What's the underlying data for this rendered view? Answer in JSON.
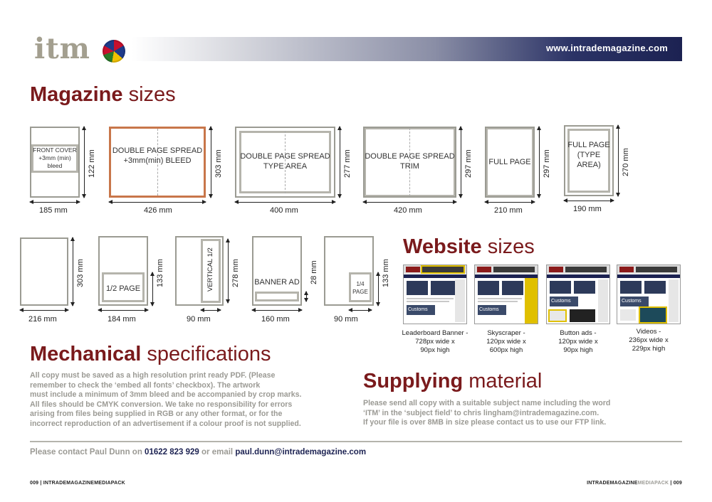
{
  "header": {
    "logo_text": "itm",
    "url": "www.intrademagazine.com"
  },
  "magazine": {
    "heading_bold": "Magazine",
    "heading_light": "sizes",
    "items": [
      {
        "label_lines": [
          "FRONT COVER",
          "+3mm (min)",
          "bleed"
        ],
        "width": "185 mm",
        "height": "122 mm"
      },
      {
        "label_lines": [
          "DOUBLE PAGE SPREAD",
          "+3mm(min) BLEED"
        ],
        "width": "426 mm",
        "height": "303 mm"
      },
      {
        "label_lines": [
          "DOUBLE PAGE SPREAD",
          "TYPE AREA"
        ],
        "width": "400 mm",
        "height": "277 mm"
      },
      {
        "label_lines": [
          "DOUBLE PAGE SPREAD",
          "TRIM"
        ],
        "width": "420 mm",
        "height": "297 mm"
      },
      {
        "label_lines": [
          "FULL PAGE"
        ],
        "width": "210 mm",
        "height": "297 mm"
      },
      {
        "label_lines": [
          "FULL PAGE",
          "(TYPE",
          "AREA)"
        ],
        "width": "190 mm",
        "height": "270 mm"
      }
    ],
    "row2": [
      {
        "label": "",
        "width": "216 mm",
        "height": "303 mm"
      },
      {
        "label": "1/2 PAGE",
        "width": "184 mm",
        "height": "133 mm"
      },
      {
        "label": "VERTICAL 1/2",
        "width": "90 mm",
        "height": "278 mm"
      },
      {
        "label": "BANNER AD",
        "width": "160 mm",
        "height": "28 mm"
      },
      {
        "label_lines": [
          "1/4",
          "PAGE"
        ],
        "width": "90 mm",
        "height": "133 mm"
      }
    ]
  },
  "website": {
    "heading_bold": "Website",
    "heading_light": "sizes",
    "items": [
      {
        "caption_lines": [
          "Leaderboard Banner -",
          "728px wide x",
          "90px high"
        ]
      },
      {
        "caption_lines": [
          "Skyscraper -",
          "120px wide x",
          "600px high"
        ]
      },
      {
        "caption_lines": [
          "Button ads -",
          "120px wide x",
          "90px high"
        ]
      },
      {
        "caption_lines": [
          "Videos -",
          "236px wide x",
          "229px high"
        ]
      }
    ],
    "thumb_text": "Customs"
  },
  "mechanical": {
    "heading_bold": "Mechanical",
    "heading_light": "specifications",
    "lines": [
      "All copy must be saved as a high resolution print ready PDF. (Please",
      "remember to check the ‘embed all fonts’ checkbox). The artwork",
      "must include a minimum of 3mm bleed and be accompanied by crop marks.",
      "All files should be CMYK conversion. We take no responsibility for errors",
      "arising from files being supplied in RGB or any other format, or for the",
      "incorrect reproduction of an advertisement if a colour proof is not supplied."
    ]
  },
  "supplying": {
    "heading_bold": "Supplying",
    "heading_light": "material",
    "lines": [
      "Please send all copy with a suitable subject name including the word",
      "‘ITM’ in the ‘subject field’ to chris lingham@intrademagazine.com.",
      "If your file is over 8MB in size please contact us to use our FTP link."
    ]
  },
  "contact": {
    "prefix": "Please contact Paul Dunn on",
    "phone": "01622 823 929",
    "middle": "or email",
    "email": "paul.dunn@intrademagazine.com"
  },
  "footer": {
    "left_page": "009",
    "brand": "INTRADEMAGAZINE",
    "pack": "MEDIAPACK",
    "right_page": "009"
  },
  "colors": {
    "heading": "#7a1a1c",
    "navy": "#1c2252",
    "grey_text": "#9b9a94",
    "bleed_box": "#c8764a"
  }
}
